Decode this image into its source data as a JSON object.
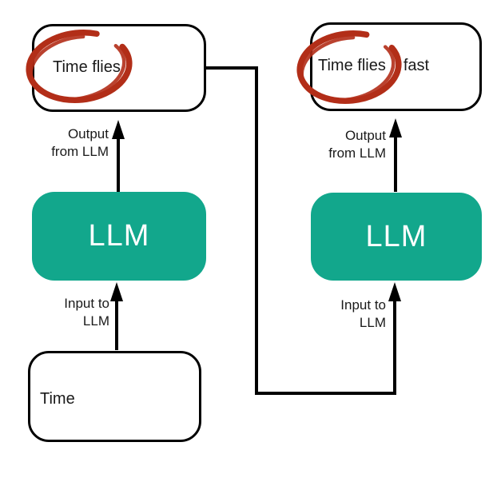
{
  "colors": {
    "teal": "#12a78c",
    "annotation_red": "#b22e18",
    "line_black": "#000000",
    "background": "#ffffff",
    "text_dark": "#1a1a1a",
    "llm_text": "#ffffff"
  },
  "left_flow": {
    "input_box": {
      "text": "Time"
    },
    "input_arrow_label": {
      "line1": "Input to",
      "line2": "LLM"
    },
    "llm_box": {
      "label": "LLM"
    },
    "output_arrow_label": {
      "line1": "Output",
      "line2": "from LLM"
    },
    "output_box": {
      "circled_text": "Time flies"
    }
  },
  "right_flow": {
    "input_arrow_label": {
      "line1": "Input to",
      "line2": "LLM"
    },
    "llm_box": {
      "label": "LLM"
    },
    "output_arrow_label": {
      "line1": "Output",
      "line2": "from LLM"
    },
    "output_box": {
      "circled_text": "Time flies",
      "appended_text": "fast"
    }
  }
}
